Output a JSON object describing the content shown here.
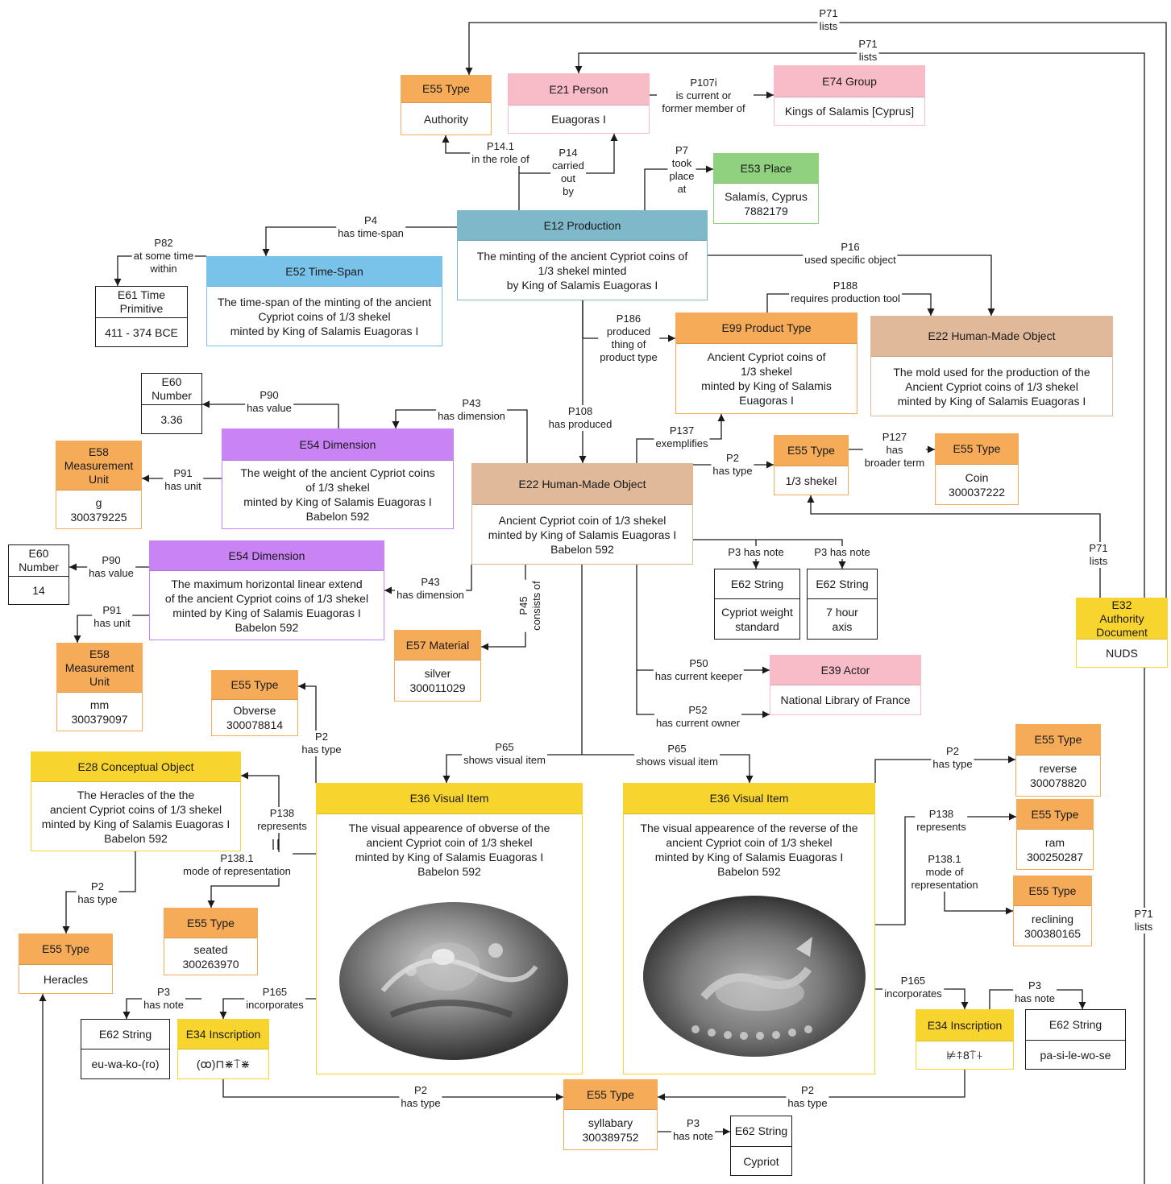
{
  "colors": {
    "E55": "#f5ab57",
    "E21": "#f8bbc8",
    "E74": "#f8bbc8",
    "E39": "#f8bbc8",
    "E53": "#8fd17e",
    "E12": "#7fb8c9",
    "E52": "#79c2ea",
    "E54": "#c983f5",
    "E22": "#dfb999",
    "E99": "#f5ab57",
    "E58": "#f5ab57",
    "E57": "#f5ab57",
    "E36": "#f8d42e",
    "E28": "#f8d42e",
    "E34": "#f8d42e",
    "E32": "#f8d42e",
    "white": "#ffffff",
    "edge": "#1a1a1a"
  },
  "nodes": {
    "authority_type": {
      "head": "E55 Type",
      "body": "Authority"
    },
    "person": {
      "head": "E21 Person",
      "body": "Euagoras I"
    },
    "group": {
      "head": "E74 Group",
      "body": "Kings of Salamis [Cyprus]"
    },
    "place": {
      "head": "E53 Place",
      "body": "Salamís, Cyprus\n7882179"
    },
    "production": {
      "head": "E12 Production",
      "body": "The minting of the ancient Cypriot coins of\n1/3 shekel minted\nby King of Salamis Euagoras I"
    },
    "timespan": {
      "head": "E52 Time-Span",
      "body": "The time-span of the minting of the ancient\nCypriot coins of 1/3 shekel\nminted by King of Salamis Euagoras I"
    },
    "time_primitive": {
      "head": "E61 Time\nPrimitive",
      "body": "411 - 374 BCE"
    },
    "product_type": {
      "head": "E99 Product Type",
      "body": "Ancient Cypriot coins of\n1/3 shekel\nminted by King of Salamis\nEuagoras I"
    },
    "mold": {
      "head": "E22 Human-Made Object",
      "body": "The mold used for the production of the\nAncient Cypriot coins of 1/3 shekel\nminted by King of Salamis Euagoras I"
    },
    "number_336": {
      "head": "E60\nNumber",
      "body": "3.36"
    },
    "dimension_weight": {
      "head": "E54 Dimension",
      "body": "The weight of the ancient Cypriot coins\nof 1/3 shekel\nminted by King of Salamis Euagoras I\nBabelon 592"
    },
    "unit_g": {
      "head": "E58\nMeasurement\nUnit",
      "body": "g\n300379225"
    },
    "coin": {
      "head": "E22 Human-Made Object",
      "body": "Ancient Cypriot coin of 1/3 shekel\nminted by King of Salamis Euagoras I\nBabelon 592"
    },
    "type_third_shekel": {
      "head": "E55 Type",
      "body": "1/3 shekel"
    },
    "type_coin": {
      "head": "E55 Type",
      "body": "Coin\n300037222"
    },
    "number_14": {
      "head": "E60\nNumber",
      "body": "14"
    },
    "dimension_length": {
      "head": "E54 Dimension",
      "body": "The maximum horizontal linear extend\nof the ancient Cypriot coins of 1/3 shekel\nminted by King of Salamis Euagoras I\nBabelon 592"
    },
    "unit_mm": {
      "head": "E58\nMeasurement\nUnit",
      "body": "mm\n300379097"
    },
    "string_weight_std": {
      "head": "E62 String",
      "body": "Cypriot weight\nstandard"
    },
    "string_axis": {
      "head": "E62 String",
      "body": "7 hour\naxis"
    },
    "material": {
      "head": "E57 Material",
      "body": "silver\n300011029"
    },
    "keeper": {
      "head": "E39 Actor",
      "body": "National Library of France"
    },
    "authority_doc": {
      "head": "E32\nAuthority\nDocument",
      "body": "NUDS"
    },
    "type_obverse": {
      "head": "E55 Type",
      "body": "Obverse\n300078814"
    },
    "conceptual": {
      "head": "E28 Conceptual Object",
      "body": "The Heracles of the the\nancient Cypriot coins of 1/3 shekel\nminted by King of Salamis Euagoras I\nBabelon 592"
    },
    "visual_obverse": {
      "head": "E36 Visual Item",
      "body": "The visual appearence of obverse of the\nancient Cypriot coin of 1/3 shekel\nminted by King of Salamis Euagoras I\nBabelon 592"
    },
    "visual_reverse": {
      "head": "E36 Visual Item",
      "body": "The visual appearence of the reverse of the\nancient Cypriot coin of 1/3 shekel\nminted by King of Salamis Euagoras I\nBabelon 592"
    },
    "type_reverse": {
      "head": "E55 Type",
      "body": "reverse\n300078820"
    },
    "type_ram": {
      "head": "E55 Type",
      "body": "ram\n300250287"
    },
    "type_reclining": {
      "head": "E55 Type",
      "body": "reclining\n300380165"
    },
    "type_seated": {
      "head": "E55 Type",
      "body": "seated\n300263970"
    },
    "type_heracles": {
      "head": "E55 Type",
      "body": "Heracles"
    },
    "string_euko": {
      "head": "E62 String",
      "body": "eu-wa-ko-(ro)"
    },
    "inscription_obv": {
      "head": "E34 Inscription",
      "body": "(ꝏ)⊓⋇⍑⋇"
    },
    "inscription_rev": {
      "head": "E34 Inscription",
      "body": "⊭⍏8⍑⍭"
    },
    "string_pasi": {
      "head": "E62 String",
      "body": "pa-si-le-wo-se"
    },
    "type_syllabary": {
      "head": "E55 Type",
      "body": "syllabary\n300389752"
    },
    "string_cypriot": {
      "head": "E62 String",
      "body": "Cypriot"
    }
  },
  "edges": {
    "p71_top": "P71\nlists",
    "p71_second": "P71\nlists",
    "p107i": "P107i\nis current or\nformer member of",
    "p14_1": "P14.1\nin the role of",
    "p14": "P14\ncarried\nout\nby",
    "p7": "P7\ntook\nplace\nat",
    "p4": "P4\nhas time-span",
    "p82": "P82\nat some time\nwithin",
    "p16": "P16\nused specific object",
    "p188": "P188\nrequires production tool",
    "p186": "P186\nproduced\nthing of\nproduct type",
    "p90_a": "P90\nhas value",
    "p43_a": "P43\nhas dimension",
    "p108": "P108\nhas produced",
    "p137": "P137\nexemplifies",
    "p2_shekel": "P2\nhas type",
    "p127": "P127\nhas\nbroader term",
    "p91_a": "P91\nhas unit",
    "p90_b": "P90\nhas value",
    "p43_b": "P43\nhas dimension",
    "p91_b": "P91\nhas unit",
    "p3_weight": "P3 has note",
    "p3_axis": "P3 has note",
    "p71_right": "P71\nlists",
    "p45": "P45\nconsists of",
    "p50": "P50\nhas current keeper",
    "p52": "P52\nhas current owner",
    "p2_obverse": "P2\nhas type",
    "p65_a": "P65\nshows visual item",
    "p65_b": "P65\nshows visual item",
    "p2_reverse": "P2\nhas type",
    "p138_a": "P138\nrepresents",
    "p138_1_a": "P138.1\nmode of representation",
    "p138_b": "P138\nrepresents",
    "p138_1_b": "P138.1\nmode of\nrepresentation",
    "p71_far": "P71\nlists",
    "p2_heracles": "P2\nhas  type",
    "p3_euko": "P3\nhas note",
    "p165_a": "P165\nincorporates",
    "p165_b": "P165\nincorporates",
    "p3_pasi": "P3\nhas note",
    "p2_syll_a": "P2\nhas type",
    "p2_syll_b": "P2\nhas type",
    "p3_cypriot": "P3\nhas note"
  },
  "images": {
    "obverse_coin": "obverse-coin-image",
    "reverse_coin": "reverse-coin-image"
  }
}
